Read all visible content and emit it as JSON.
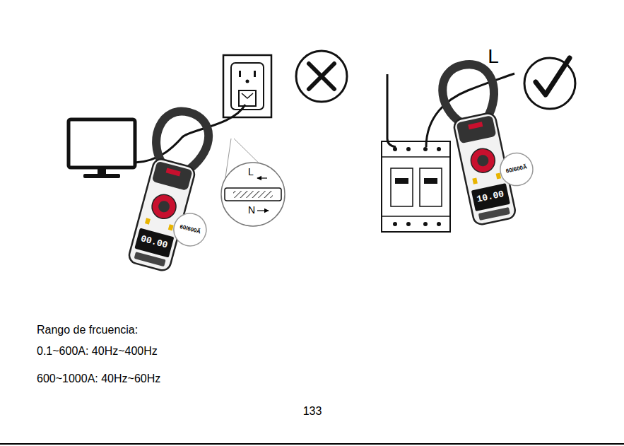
{
  "diagram": {
    "labels": [
      "L",
      "N",
      "L",
      "60/600Ã",
      "00.00",
      "60/600Ã",
      "10.00",
      "Rango de frcuencia:",
      "0.1~600A: 40Hz~400Hz",
      "600~1000A: 40Hz~60Hz",
      "133"
    ]
  }
}
